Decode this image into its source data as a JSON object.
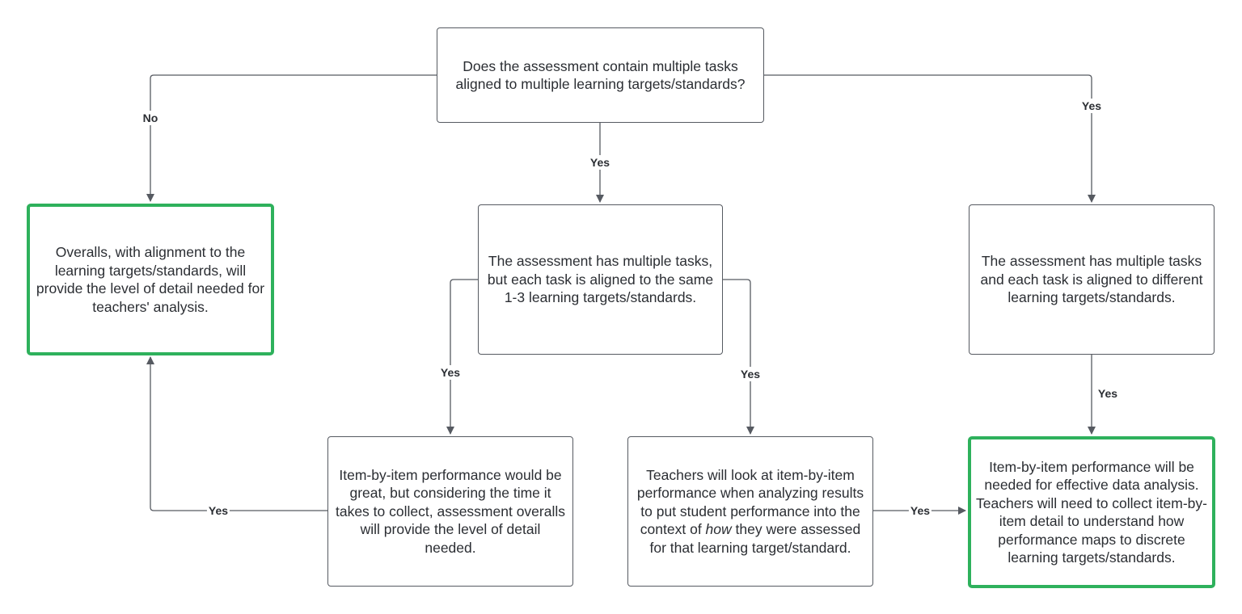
{
  "nodes": {
    "question": "Does the assessment contain multiple tasks aligned to multiple learning targets/standards?",
    "overalls": "Overalls, with alignment to the learning targets/standards, will provide the level of detail needed for teachers' analysis.",
    "same_targets": "The assessment has multiple tasks, but each task is aligned to the same 1-3 learning targets/standards.",
    "different_targets": "The assessment has multiple tasks and each task is aligned to different learning targets/standards.",
    "item_great": "Item-by-item performance would be great, but considering the time it takes to collect, assessment overalls will provide the level of detail needed.",
    "teachers_look": {
      "before": "Teachers will look at item-by-item performance when analyzing results to put student performance into the context of ",
      "emph": "how",
      "after": " they were assessed for that learning target/standard."
    },
    "item_needed": "Item-by-item performance will be needed for effective data analysis. Teachers will need to collect item-by-item detail to understand how performance maps to discrete learning targets/standards."
  },
  "edges": {
    "q_to_overalls": "No",
    "q_to_same": "Yes",
    "q_to_different": "Yes",
    "same_to_item_great": "Yes",
    "same_to_teachers": "Yes",
    "different_to_item_needed": "Yes",
    "item_great_to_overalls": "Yes",
    "teachers_to_item_needed": "Yes"
  },
  "colors": {
    "stroke": "#565a61",
    "highlight": "#2eb15c",
    "text": "#2b2e33"
  }
}
